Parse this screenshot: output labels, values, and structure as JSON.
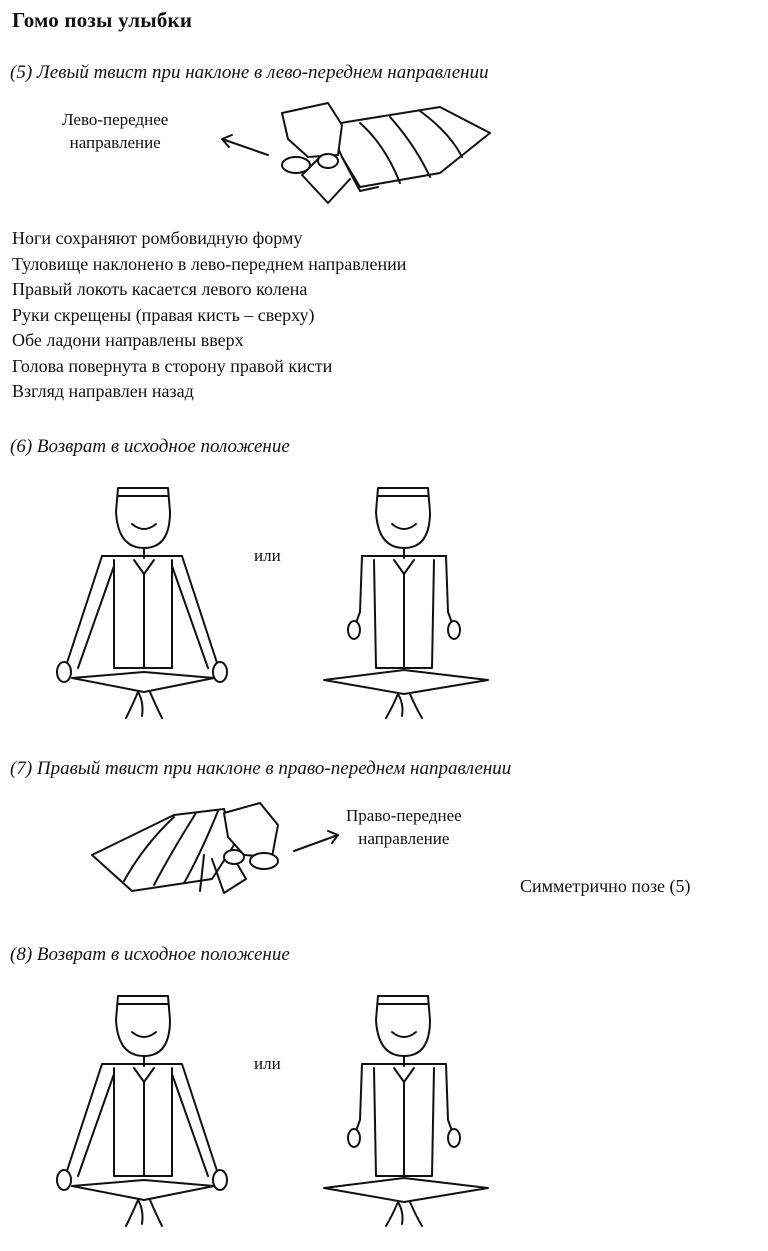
{
  "title": "Гомо позы улыбки",
  "sections": {
    "s5": {
      "heading": "(5) Левый твист при наклоне в лево-переднем направлении",
      "direction_label": [
        "Лево-переднее",
        "направление"
      ],
      "description": [
        "Ноги сохраняют ромбовидную форму",
        "Туловище наклонено в лево-переднем направлении",
        "Правый локоть касается левого колена",
        "Руки скрещены (правая кисть – сверху)",
        "Обе ладони направлены вверх",
        "Голова повернута в сторону правой кисти",
        "Взгляд направлен назад"
      ]
    },
    "s6": {
      "heading": "(6) Возврат в исходное положение",
      "or_label": "или"
    },
    "s7": {
      "heading": "(7) Правый твист при наклоне в право-переднем направлении",
      "direction_label": [
        "Право-переднее",
        "направление"
      ],
      "symmetric_note": "Симметрично позе (5)"
    },
    "s8": {
      "heading": "(8) Возврат в исходное положение",
      "or_label": "или"
    }
  }
}
